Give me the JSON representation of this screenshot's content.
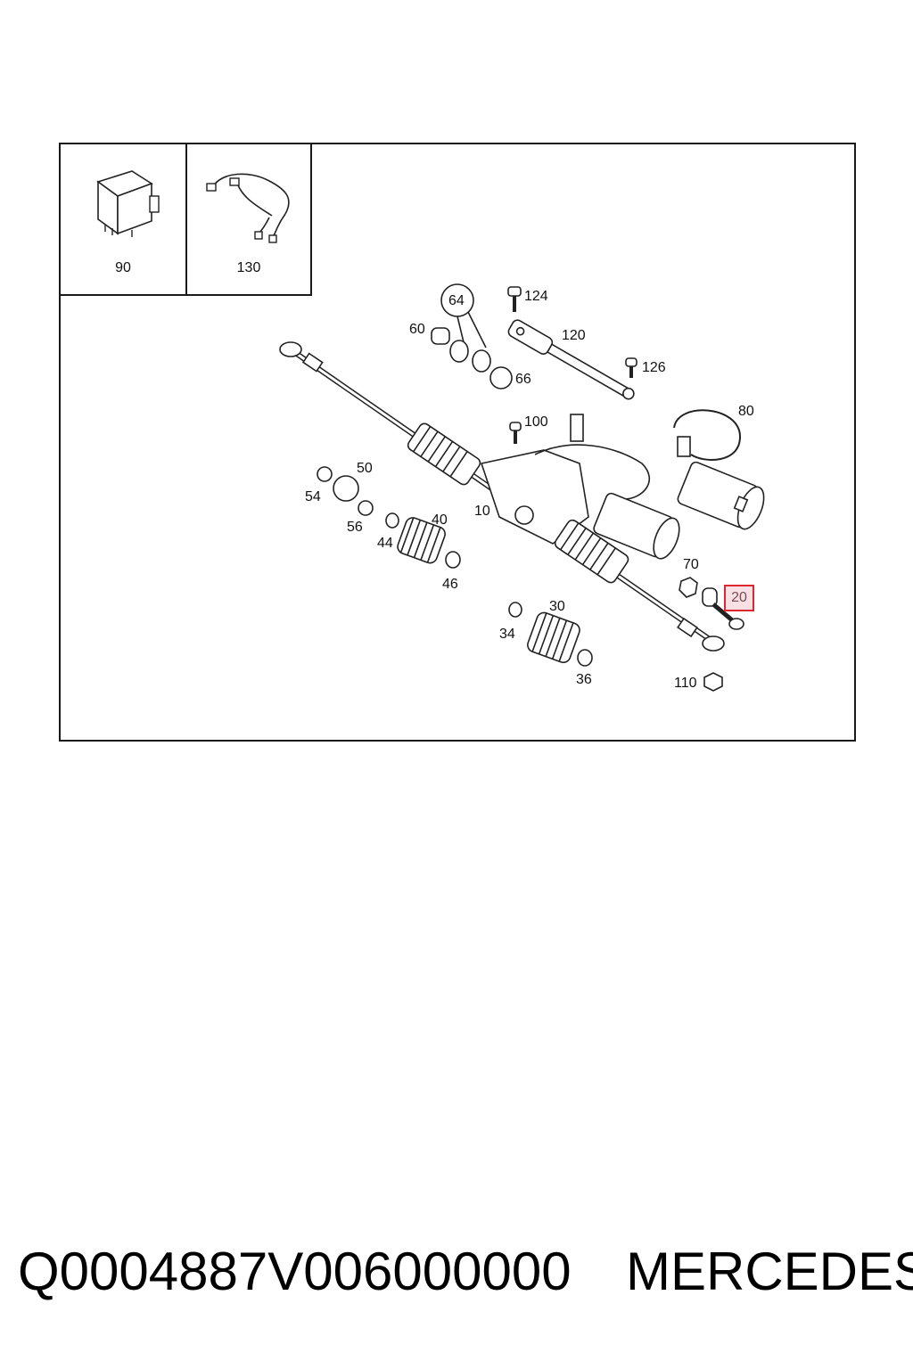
{
  "insets": [
    {
      "label": "90",
      "icon": "control-unit-icon"
    },
    {
      "label": "130",
      "icon": "wiring-harness-icon"
    }
  ],
  "callouts": {
    "c64": "64",
    "c124": "124",
    "c60": "60",
    "c120": "120",
    "c126": "126",
    "c66": "66",
    "c100": "100",
    "c80": "80",
    "c50": "50",
    "c54": "54",
    "c10": "10",
    "c40": "40",
    "c56": "56",
    "c44": "44",
    "c46": "46",
    "c70": "70",
    "c30": "30",
    "c34": "34",
    "c36": "36",
    "c110": "110"
  },
  "highlighted": {
    "label": "20",
    "color": "#e0262f"
  },
  "footer": {
    "code": "Q0004887V006000000",
    "brand": "MERCEDES"
  }
}
